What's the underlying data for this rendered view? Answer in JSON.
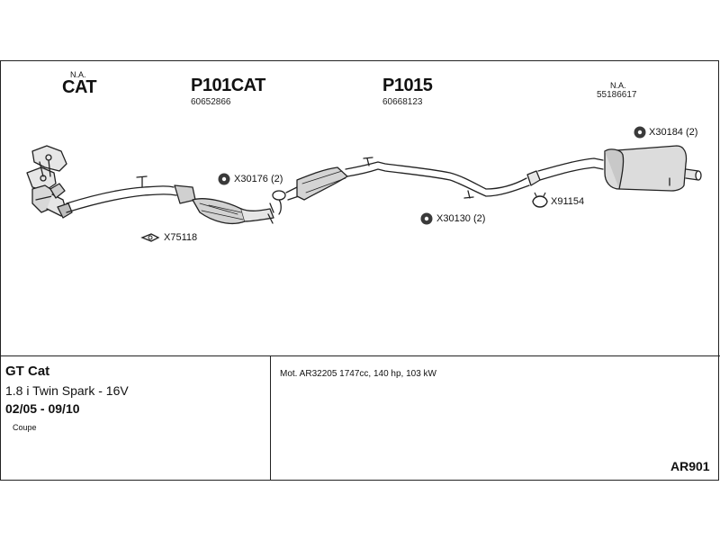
{
  "header": {
    "col1": {
      "na": "N.A.",
      "part": "CAT"
    },
    "col2": {
      "part": "P101CAT",
      "number": "60652866"
    },
    "col3": {
      "part": "P1015",
      "number": "60668123"
    },
    "col4": {
      "na": "N.A.",
      "number": "55186617"
    }
  },
  "parts": {
    "x30176": "X30176 (2)",
    "x75118": "X75118",
    "x30130": "X30130 (2)",
    "x30184": "X30184 (2)",
    "x91154": "X91154"
  },
  "vehicle": {
    "model": "GT Cat",
    "engine": "1.8 i Twin Spark - 16V",
    "years": "02/05 - 09/10",
    "body": "Coupe",
    "motor_info": "Mot. AR32205 1747cc, 140 hp, 103 kW",
    "code": "AR901"
  },
  "colors": {
    "line": "#222222",
    "fill": "#e6e6e6",
    "dark": "#3a3a3a"
  }
}
